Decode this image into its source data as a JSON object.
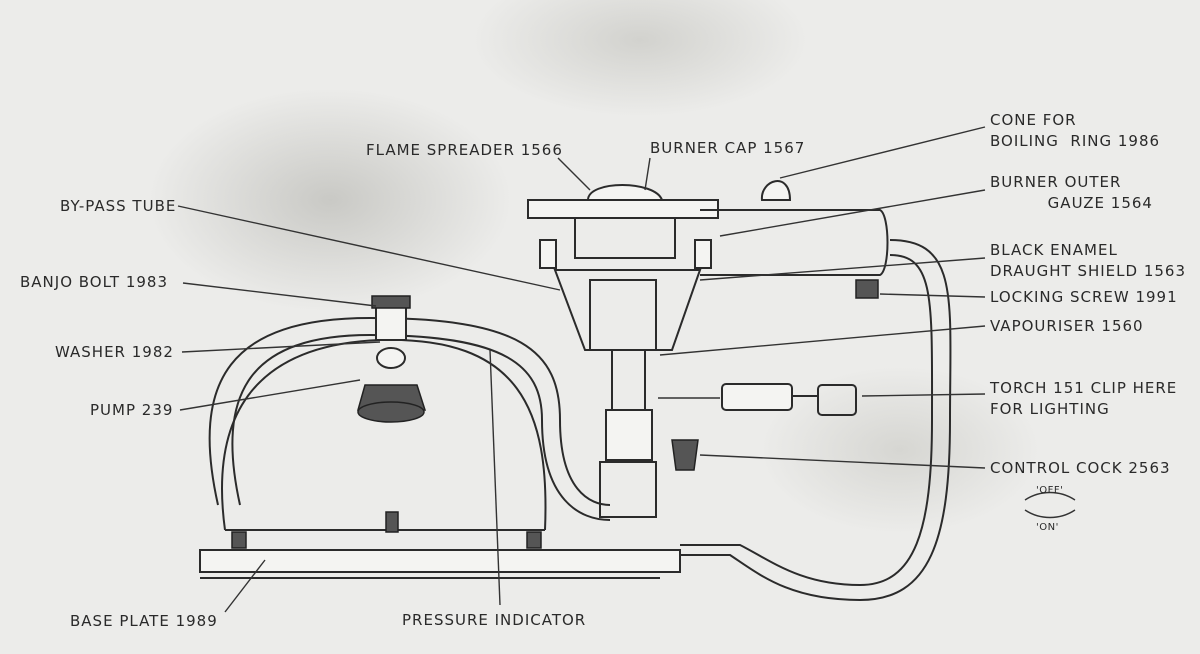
{
  "labels": {
    "cone": "CONE FOR\nBOILING  RING 1986",
    "flame_spreader": "FLAME SPREADER 1566",
    "burner_cap": "BURNER CAP 1567",
    "burner_outer_gauze": "BURNER OUTER\n          GAUZE 1564",
    "bypass_tube": "BY-PASS TUBE",
    "black_enamel": "BLACK ENAMEL\nDRAUGHT SHIELD 1563",
    "banjo_bolt": "BANJO BOLT 1983",
    "locking_screw": "LOCKING SCREW 1991",
    "vapouriser": "VAPOURISER 1560",
    "washer": "WASHER 1982",
    "pump": "PUMP 239",
    "torch": "TORCH 151 CLIP HERE\nFOR LIGHTING",
    "control_cock": "CONTROL COCK 2563",
    "off": "'OFF'",
    "on": "'ON'",
    "base_plate": "BASE PLATE 1989",
    "pressure_indicator": "PRESSURE INDICATOR"
  }
}
